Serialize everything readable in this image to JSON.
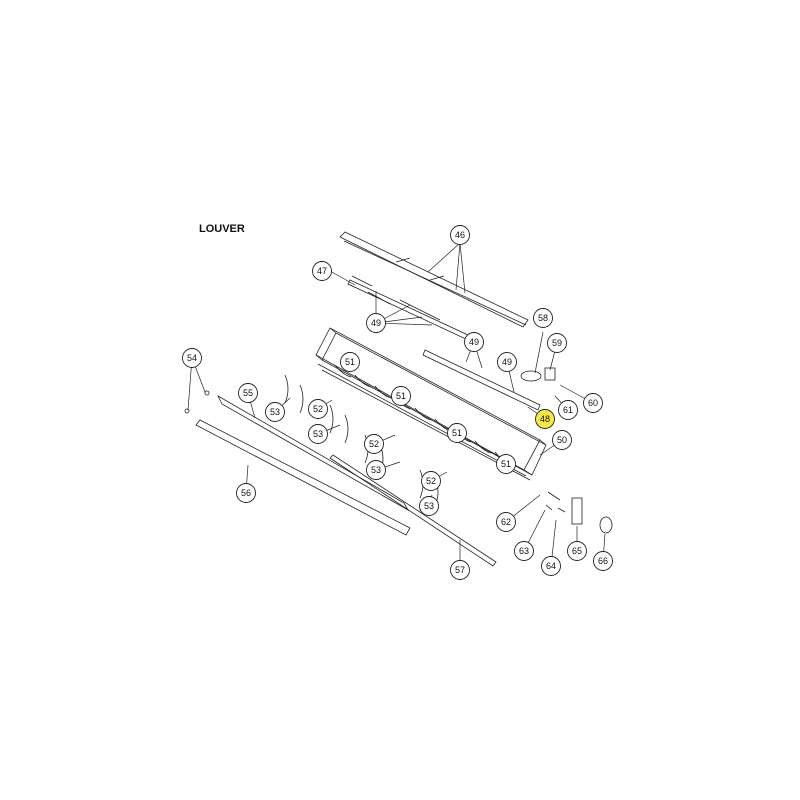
{
  "title": "LOUVER",
  "highlight_color": "#f5e94a",
  "callouts": [
    {
      "label": "46",
      "highlighted": false
    },
    {
      "label": "47",
      "highlighted": false
    },
    {
      "label": "49",
      "highlighted": false
    },
    {
      "label": "49",
      "highlighted": false
    },
    {
      "label": "49",
      "highlighted": false
    },
    {
      "label": "58",
      "highlighted": false
    },
    {
      "label": "59",
      "highlighted": false
    },
    {
      "label": "54",
      "highlighted": false
    },
    {
      "label": "51",
      "highlighted": false
    },
    {
      "label": "55",
      "highlighted": false
    },
    {
      "label": "53",
      "highlighted": false
    },
    {
      "label": "52",
      "highlighted": false
    },
    {
      "label": "51",
      "highlighted": false
    },
    {
      "label": "60",
      "highlighted": false
    },
    {
      "label": "61",
      "highlighted": false
    },
    {
      "label": "48",
      "highlighted": true
    },
    {
      "label": "53",
      "highlighted": false
    },
    {
      "label": "52",
      "highlighted": false
    },
    {
      "label": "51",
      "highlighted": false
    },
    {
      "label": "50",
      "highlighted": false
    },
    {
      "label": "53",
      "highlighted": false
    },
    {
      "label": "51",
      "highlighted": false
    },
    {
      "label": "56",
      "highlighted": false
    },
    {
      "label": "52",
      "highlighted": false
    },
    {
      "label": "53",
      "highlighted": false
    },
    {
      "label": "62",
      "highlighted": false
    },
    {
      "label": "63",
      "highlighted": false
    },
    {
      "label": "65",
      "highlighted": false
    },
    {
      "label": "64",
      "highlighted": false
    },
    {
      "label": "66",
      "highlighted": false
    },
    {
      "label": "57",
      "highlighted": false
    }
  ]
}
